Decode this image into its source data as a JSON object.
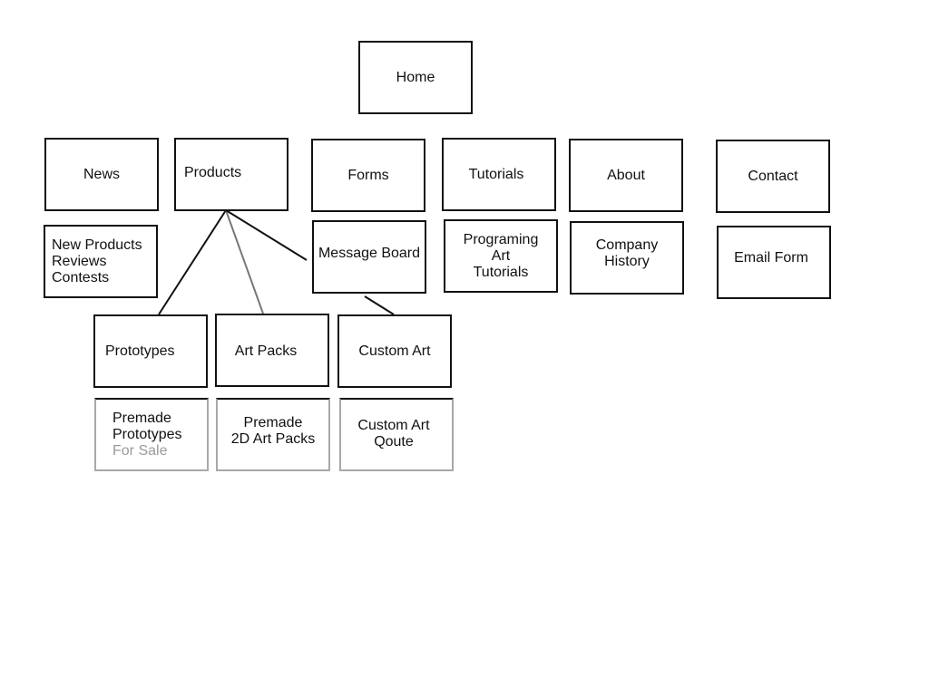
{
  "home": "Home",
  "sections": {
    "news": "News",
    "products": "Products",
    "forms": "Forms",
    "tutorials": "Tutorials",
    "about": "About",
    "contact": "Contact"
  },
  "details": {
    "news_lines": [
      "New Products",
      "Reviews",
      "Contests"
    ],
    "message_board": "Message Board",
    "tutorials_lines": [
      "Programing",
      "Art",
      "Tutorials"
    ],
    "about_lines": [
      "Company",
      "History"
    ],
    "email_form": "Email Form"
  },
  "products_children": {
    "prototypes": "Prototypes",
    "art_packs": "Art Packs",
    "custom_art": "Custom Art"
  },
  "products_details": {
    "prototypes_lines": [
      "Premade",
      "Prototypes",
      "For Sale"
    ],
    "art_packs_lines": [
      "Premade",
      "2D Art Packs"
    ],
    "custom_art_lines": [
      "Custom Art",
      "Qoute"
    ]
  }
}
